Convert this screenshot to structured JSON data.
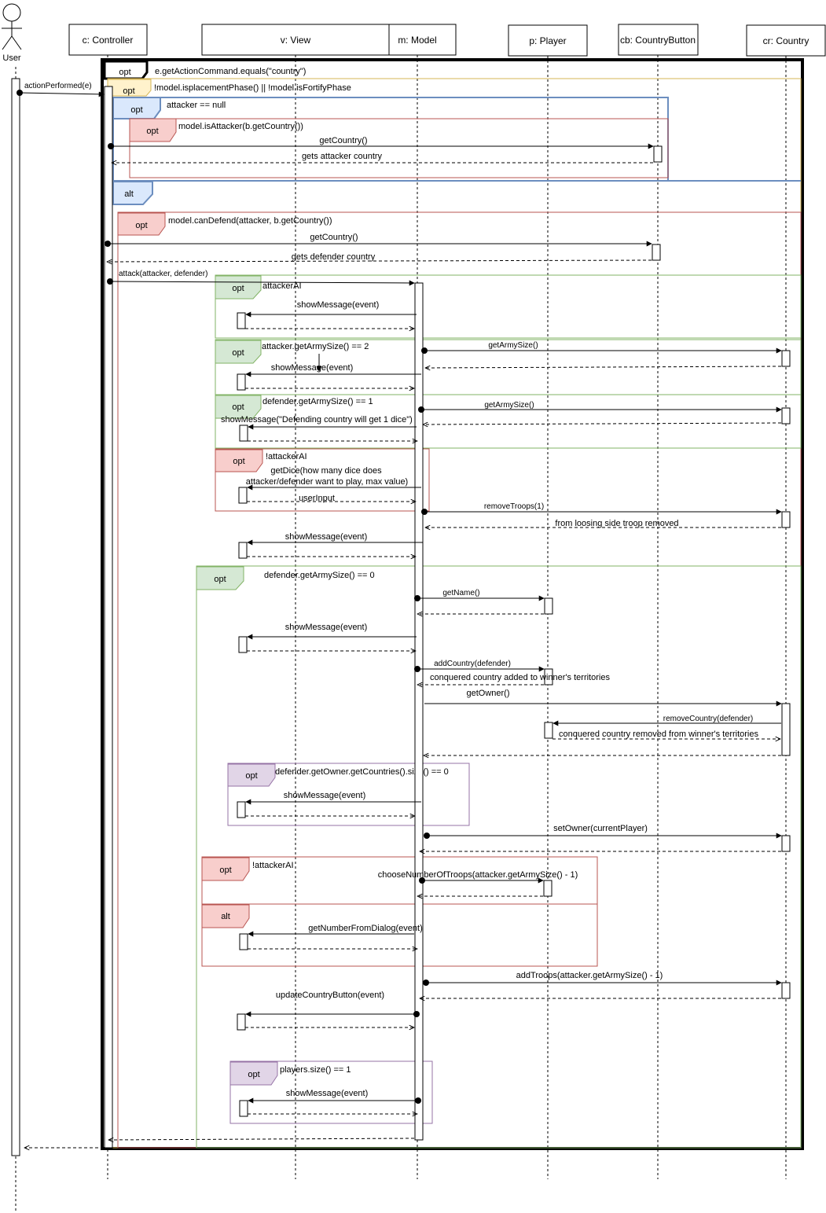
{
  "actor": {
    "label": "User"
  },
  "lifelines": {
    "controller": "c: Controller",
    "view": "v: View",
    "model": "m: Model",
    "player": "p: Player",
    "button": "cb: CountryButton",
    "country": "cr: Country"
  },
  "fragment_tags": {
    "opt": "opt",
    "alt": "alt"
  },
  "guards": {
    "g1": "e.getActionCommand.equals(\"country\")",
    "g2": "!model.isplacementPhase() || !model.isFortifyPhase",
    "g3": "attacker == null",
    "g4": "model.isAttacker(b.getCountry())",
    "g5": "model.canDefend(attacker, b.getCountry())",
    "g6": "attackerAI",
    "g7": "attacker.getArmySize() == 2",
    "g8": "defender.getArmySize() == 1",
    "g9": "!attackerAI",
    "g10": "defender.getArmySize() == 0",
    "g11": "defender.getOwner.getCountries().size() == 0",
    "g12": "!attackerAI",
    "g13": "players.size() == 1"
  },
  "messages": {
    "m1": "actionPerformed(e)",
    "m2": "getCountry()",
    "m3": "gets attacker country",
    "m4": "getCountry()",
    "m5": "gets defender country",
    "m6": "attack(attacker, defender)",
    "m7": "showMessage(event)",
    "m8": "getArmySize()",
    "m9": "showMessage(event)",
    "m10": "getArmySize()",
    "m11": "showMessage(\"Defending country will get 1 dice\")",
    "m12a": "getDice(how many dice does",
    "m12b": "attacker/defender want to play, max value)",
    "m13": "userInput",
    "m14": "removeTroops(1)",
    "m15": "from loosing side troop removed",
    "m16": "showMessage(event)",
    "m17": "getName()",
    "m18": "showMessage(event)",
    "m19": "addCountry(defender)",
    "m20": "conquered country added to winner's territories",
    "m21": "getOwner()",
    "m22": "removeCountry(defender)",
    "m23": "conquered country removed from winner's territories",
    "m24": "showMessage(event)",
    "m25": "setOwner(currentPlayer)",
    "m26": "chooseNumberOfTroops(attacker.getArmySize() - 1)",
    "m27": "getNumberFromDialog(event)",
    "m28": "addTroops(attacker.getArmySize() - 1)",
    "m29": "updateCountryButton(event)",
    "m30": "showMessage(event)"
  }
}
